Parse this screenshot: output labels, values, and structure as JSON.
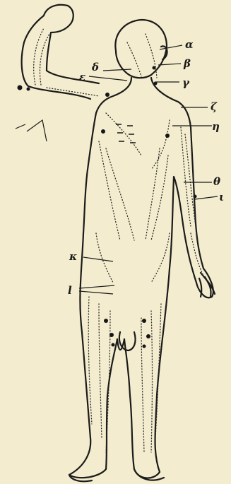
{
  "figure": {
    "labels": {
      "alpha": "α",
      "beta": "β",
      "gamma": "γ",
      "delta": "δ",
      "epsilon": "ε",
      "zeta": "ζ",
      "eta": "η",
      "theta": "θ",
      "iota": "ι",
      "kappa": "κ",
      "lambda": "l"
    }
  }
}
